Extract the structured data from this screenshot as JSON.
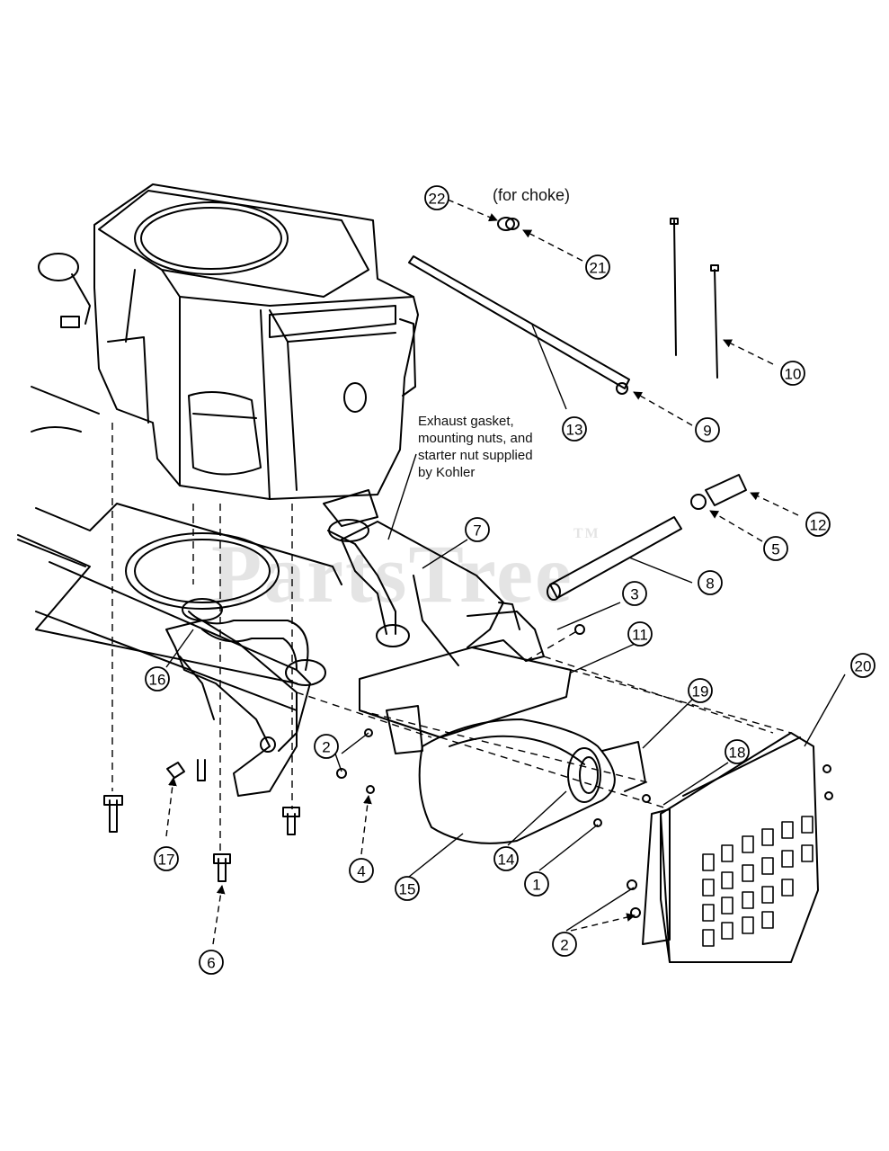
{
  "notes": {
    "exhaust": "Exhaust gasket,\nmounting nuts, and\nstarter nut supplied\nby Kohler",
    "choke": "(for choke)"
  },
  "watermark": {
    "text": "PartsTree",
    "mark": "TM"
  },
  "callouts": {
    "c1": "1",
    "c2a": "2",
    "c2b": "2",
    "c3": "3",
    "c4": "4",
    "c5": "5",
    "c6": "6",
    "c7": "7",
    "c8": "8",
    "c9": "9",
    "c10": "10",
    "c11": "11",
    "c12": "12",
    "c13": "13",
    "c14": "14",
    "c15": "15",
    "c16": "16",
    "c17": "17",
    "c18": "18",
    "c19": "19",
    "c20": "20",
    "c21": "21",
    "c22": "22"
  },
  "colors": {
    "line": "#000000",
    "watermark": "#000000"
  }
}
